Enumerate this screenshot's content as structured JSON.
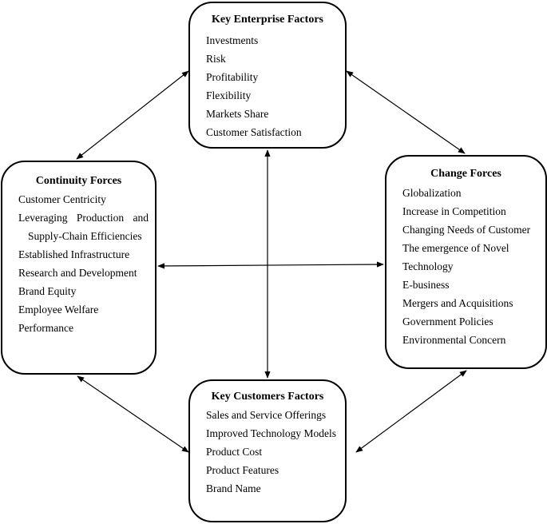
{
  "enterprise": {
    "title": "Key Enterprise Factors",
    "items": [
      "Investments",
      "Risk",
      "Profitability",
      "Flexibility",
      "Markets Share",
      "Customer Satisfaction"
    ]
  },
  "continuity": {
    "title": "Continuity Forces",
    "items": [
      "Customer Centricity",
      "Leveraging",
      "Production",
      "and",
      "Supply-Chain Efficiencies",
      "Established Infrastructure",
      "Research and Development",
      "Brand Equity",
      "Employee Welfare",
      "Performance"
    ]
  },
  "change": {
    "title": "Change Forces",
    "items": [
      "Globalization",
      "Increase in Competition",
      "Changing Needs of Customer",
      "The emergence of Novel",
      "Technology",
      "E-business",
      "Mergers and Acquisitions",
      "Government Policies",
      "Environmental Concern"
    ]
  },
  "customers": {
    "title": "Key Customers Factors",
    "items": [
      "Sales and Service Offerings",
      "Improved Technology Models",
      "Product Cost",
      "Product Features",
      "Brand Name"
    ]
  }
}
